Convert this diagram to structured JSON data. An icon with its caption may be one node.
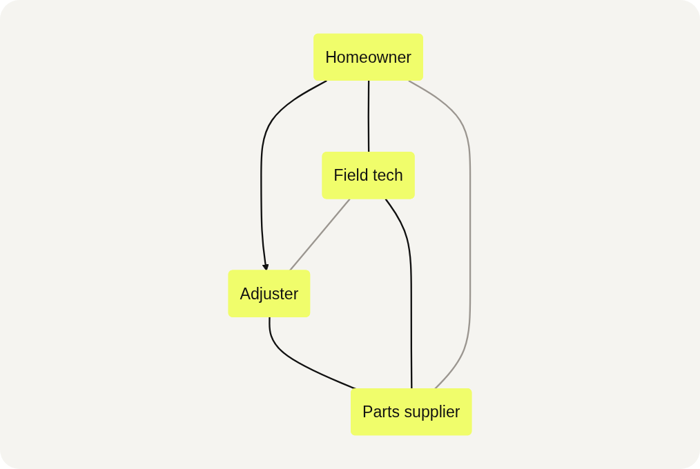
{
  "diagram": {
    "nodes": [
      {
        "text": [
          "Homeowner"
        ]
      },
      {
        "text": [
          "Field tech"
        ]
      },
      {
        "text": [
          "Adjuster"
        ]
      },
      {
        "text": [
          "Parts supplier"
        ]
      }
    ],
    "edges": [
      {
        "from": 0,
        "to": 2,
        "arrow": "to"
      },
      {
        "from": 2,
        "to": 3,
        "arrow": "none"
      },
      {
        "from": 3,
        "to": 1,
        "arrow": "none"
      },
      {
        "from": 1,
        "to": 0,
        "arrow": "none"
      },
      {
        "from": 0,
        "to": 3,
        "arrow": "none",
        "color": "#9b9690"
      },
      {
        "from": 1,
        "to": 2,
        "arrow": "none",
        "color": "#9b9690"
      }
    ]
  }
}
